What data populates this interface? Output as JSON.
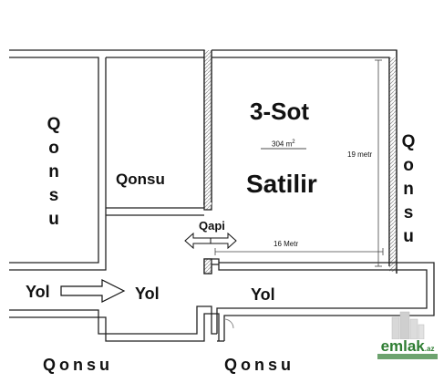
{
  "plot": {
    "title": "3-Sot",
    "status": "Satilir",
    "area_value": "304 m",
    "area_sup": "2",
    "width_dim": "16 Metr",
    "depth_dim": "19 metr",
    "gate": "Qapi"
  },
  "neighbors": {
    "left_vertical": [
      "Q",
      "o",
      "n",
      "s",
      "u"
    ],
    "right_vertical": [
      "Q",
      "o",
      "n",
      "s",
      "u"
    ],
    "inner": "Qonsu",
    "bottom_left": "Qonsu",
    "bottom_right": "Qonsu"
  },
  "roads": {
    "road_1": "Yol",
    "road_2": "Yol",
    "road_3": "Yol"
  },
  "logo": {
    "text": "emlak",
    "suffix": ".az",
    "color": "#2e7d32"
  }
}
